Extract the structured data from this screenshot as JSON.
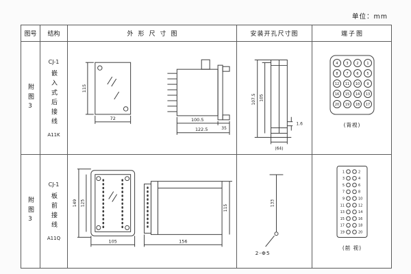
{
  "unit": "单位：mm",
  "headers": {
    "fig": "图号",
    "structure": "结构",
    "outline": "外形尺寸图",
    "mounting": "安装开孔尺寸图",
    "terminal": "端子图"
  },
  "rows": [
    {
      "fig": "附图3",
      "model": "CJ-1",
      "mount_type": "嵌入式后接线",
      "code": "A11K",
      "outline_dims": {
        "height": "115",
        "width": "72",
        "body_len": "100.5",
        "total_len": "122.5",
        "flange": "35"
      },
      "mounting_dims": {
        "outer_h": "107.5",
        "inner_h": "105",
        "gap": "1.6",
        "width": "(64)"
      },
      "terminal": {
        "label": "(背视)",
        "rows": [
          [
            4,
            3,
            2,
            1
          ],
          [
            8,
            7,
            6,
            5
          ],
          [
            12,
            11,
            10,
            9
          ],
          [
            16,
            15,
            14,
            13
          ],
          [
            20,
            19,
            18,
            17
          ]
        ]
      }
    },
    {
      "fig": "附图3",
      "model": "CJ-1",
      "mount_type": "板前接线",
      "code": "A11Q",
      "outline_dims": {
        "outer_h": "149",
        "inner_h": "125",
        "front_w": "105",
        "side_len": "156",
        "side_h": "115"
      },
      "mounting_dims": {
        "pitch": "133",
        "holes": "2-Φ5"
      },
      "terminal": {
        "label": "(前 视)",
        "pairs": [
          [
            1,
            2
          ],
          [
            3,
            4
          ],
          [
            5,
            6
          ],
          [
            7,
            8
          ],
          [
            9,
            10
          ],
          [
            11,
            12
          ],
          [
            13,
            14
          ],
          [
            15,
            16
          ],
          [
            17,
            18
          ],
          [
            19,
            20
          ]
        ]
      }
    }
  ]
}
